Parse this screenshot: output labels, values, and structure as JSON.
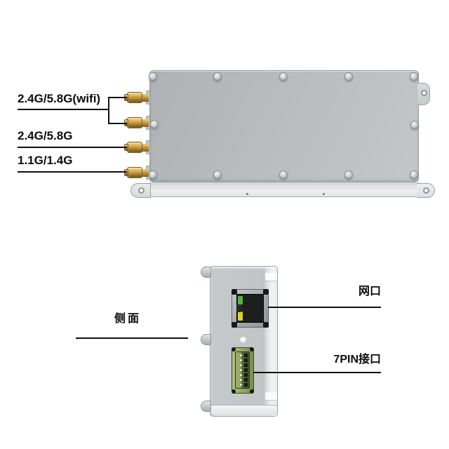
{
  "diagram": {
    "top_view": {
      "callouts": [
        {
          "label": "2.4G/5.8G(wifi)"
        },
        {
          "label": "2.4G/5.8G"
        },
        {
          "label": "1.1G/1.4G"
        }
      ],
      "sma_connector_count": 4
    },
    "side_view": {
      "caption": "侧面",
      "callouts": [
        {
          "label": "网口"
        },
        {
          "label": "7PIN接口"
        }
      ]
    }
  },
  "colors": {
    "background": "#ffffff",
    "annotation_line": "#101010",
    "enclosure_gray": "#b8bcbe",
    "base_strip_gray": "#edeeee",
    "sma_gold": "#c59b3d",
    "ethernet_frame_silver": "#a6a9ac",
    "ethernet_port_black": "#1d1e20",
    "ethernet_led_green": "#55b437",
    "ethernet_led_yellow": "#ddd32e",
    "terminal_green": "#94aa62"
  }
}
